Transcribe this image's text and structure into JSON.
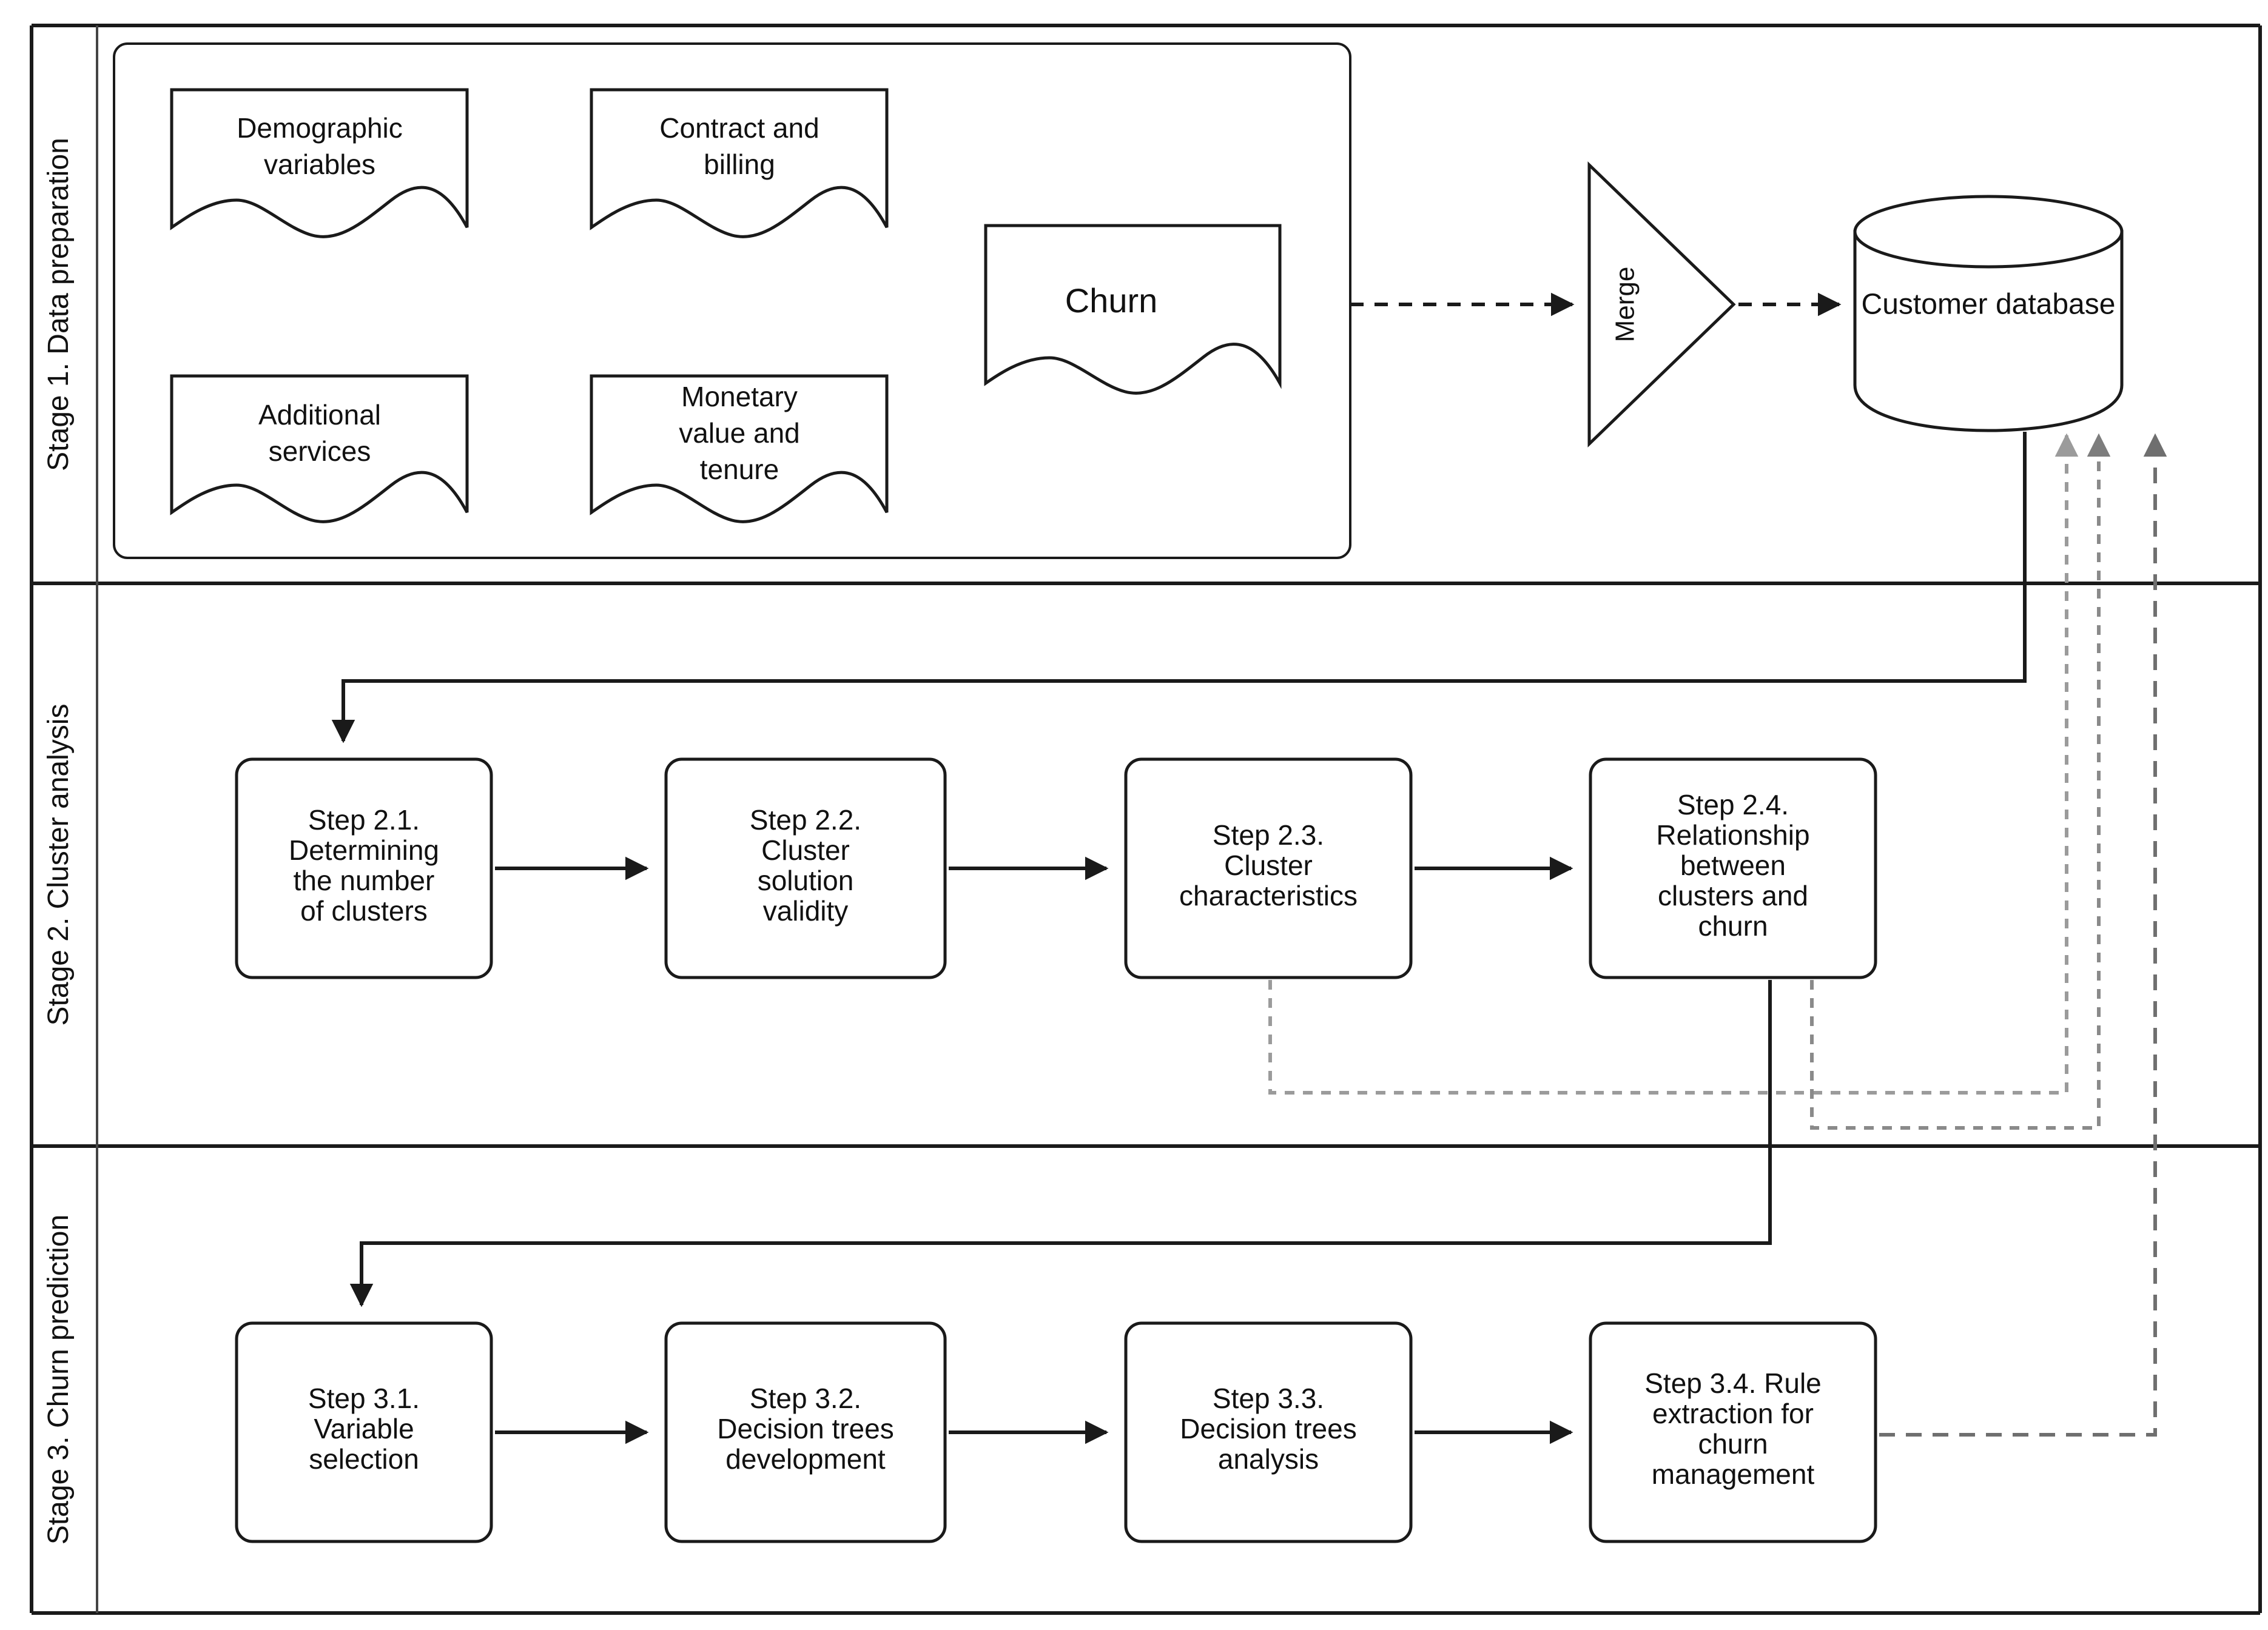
{
  "figure": {
    "type": "flowchart",
    "orientation": "horizontal-swimlanes",
    "background_color": "#ffffff",
    "line_color": "#1a1a1a",
    "feedback_line_color": "#9b9b9b"
  },
  "stages": [
    {
      "id": "stage1",
      "label": "Stage 1. Data preparation"
    },
    {
      "id": "stage2",
      "label": "Stage 2. Cluster analysis"
    },
    {
      "id": "stage3",
      "label": "Stage 3. Churn prediction"
    }
  ],
  "stage1": {
    "documents": [
      {
        "id": "demographic",
        "label": "Demographic\nvariables",
        "lines": [
          "Demographic",
          "variables"
        ]
      },
      {
        "id": "contract",
        "label": "Contract and\nbilling",
        "lines": [
          "Contract and",
          "billing"
        ]
      },
      {
        "id": "additional",
        "label": "Additional\nservices",
        "lines": [
          "Additional",
          "services"
        ]
      },
      {
        "id": "monetary",
        "label": "Monetary\nvalue and\ntenure",
        "lines": [
          "Monetary",
          "value and",
          "tenure"
        ]
      },
      {
        "id": "churn",
        "label": "Churn",
        "lines": [
          "Churn"
        ]
      }
    ],
    "merge": {
      "id": "merge",
      "label": "Merge",
      "shape": "triangle-right"
    },
    "database": {
      "id": "customer-database",
      "label": "Customer database",
      "shape": "cylinder"
    }
  },
  "stage2": {
    "steps": [
      {
        "id": "step-2-1",
        "lines": [
          "Step 2.1.",
          "Determining",
          "the number",
          "of clusters"
        ]
      },
      {
        "id": "step-2-2",
        "lines": [
          "Step 2.2.",
          "Cluster",
          "solution",
          "validity"
        ]
      },
      {
        "id": "step-2-3",
        "lines": [
          "Step 2.3.",
          "Cluster",
          "characteristics"
        ]
      },
      {
        "id": "step-2-4",
        "lines": [
          "Step 2.4.",
          "Relationship",
          "between",
          "clusters and",
          "churn"
        ]
      }
    ]
  },
  "stage3": {
    "steps": [
      {
        "id": "step-3-1",
        "lines": [
          "Step 3.1.",
          "Variable",
          "selection"
        ]
      },
      {
        "id": "step-3-2",
        "lines": [
          "Step 3.2.",
          "Decision trees",
          "development"
        ]
      },
      {
        "id": "step-3-3",
        "lines": [
          "Step 3.3.",
          "Decision trees",
          "analysis"
        ]
      },
      {
        "id": "step-3-4",
        "lines": [
          "Step 3.4. Rule",
          "extraction for",
          "churn",
          "management"
        ]
      }
    ]
  },
  "connections": [
    {
      "from": "churn",
      "to": "merge",
      "style": "dashed",
      "color": "#1a1a1a"
    },
    {
      "from": "merge",
      "to": "customer-database",
      "style": "dashed",
      "color": "#1a1a1a"
    },
    {
      "from": "customer-database",
      "to": "step-2-1",
      "style": "solid",
      "color": "#1a1a1a"
    },
    {
      "from": "step-2-1",
      "to": "step-2-2",
      "style": "solid",
      "color": "#1a1a1a"
    },
    {
      "from": "step-2-2",
      "to": "step-2-3",
      "style": "solid",
      "color": "#1a1a1a"
    },
    {
      "from": "step-2-3",
      "to": "step-2-4",
      "style": "solid",
      "color": "#1a1a1a"
    },
    {
      "from": "step-2-4",
      "to": "step-3-1",
      "style": "solid",
      "color": "#1a1a1a"
    },
    {
      "from": "step-3-1",
      "to": "step-3-2",
      "style": "solid",
      "color": "#1a1a1a"
    },
    {
      "from": "step-3-2",
      "to": "step-3-3",
      "style": "solid",
      "color": "#1a1a1a"
    },
    {
      "from": "step-3-3",
      "to": "step-3-4",
      "style": "solid",
      "color": "#1a1a1a"
    },
    {
      "from": "step-2-3",
      "to": "customer-database",
      "style": "dashed",
      "color": "#9b9b9b"
    },
    {
      "from": "step-2-4",
      "to": "customer-database",
      "style": "dashed",
      "color": "#8a8a8a"
    },
    {
      "from": "step-3-4",
      "to": "customer-database",
      "style": "dashed",
      "color": "#6f6f6f"
    }
  ]
}
